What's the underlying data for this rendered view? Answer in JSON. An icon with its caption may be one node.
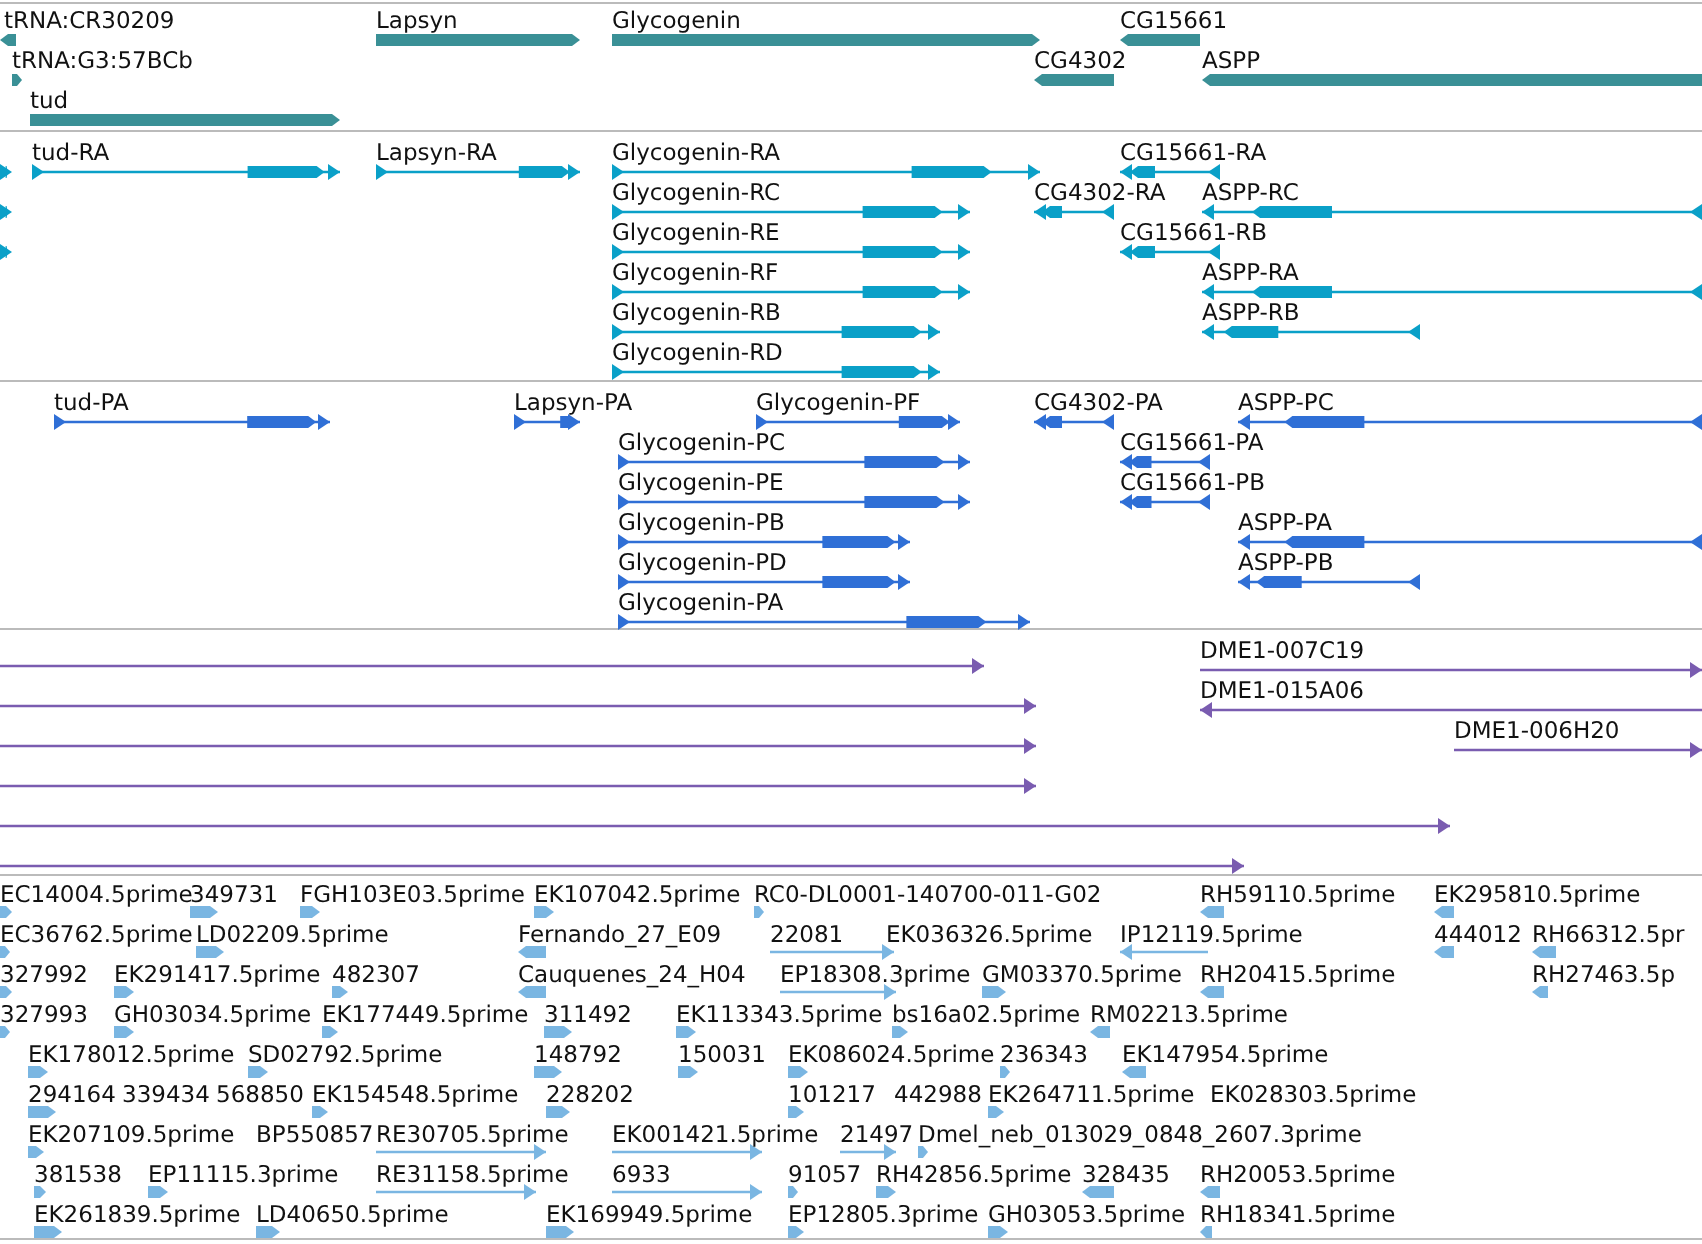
{
  "diagram": {
    "labels": [
      "tRNA:CR30209",
      "Lapsyn",
      "Glycogenin",
      "CG15661",
      "tRNA:G3:57BCb",
      "CG4302",
      "ASPP",
      "tud",
      "tud-RA",
      "Lapsyn-RA",
      "Glycogenin-RA",
      "CG15661-RA",
      "Glycogenin-RC",
      "CG4302-RA",
      "ASPP-RC",
      "Glycogenin-RE",
      "CG15661-RB",
      "Glycogenin-RF",
      "ASPP-RA",
      "Glycogenin-RB",
      "ASPP-RB",
      "Glycogenin-RD",
      "tud-PA",
      "Lapsyn-PA",
      "Glycogenin-PF",
      "CG4302-PA",
      "ASPP-PC",
      "Glycogenin-PC",
      "CG15661-PA",
      "Glycogenin-PE",
      "CG15661-PB",
      "Glycogenin-PB",
      "ASPP-PA",
      "Glycogenin-PD",
      "ASPP-PB",
      "Glycogenin-PA",
      "DME1-007C19",
      "DME1-015A06",
      "DME1-006H20",
      "EC14004.5prime",
      "349731",
      "FGH103E03.5prime",
      "EK107042.5prime",
      "RC0-DL0001-140700-011-G02",
      "RH59110.5prime",
      "EK295810.5prime",
      "EC36762.5prime",
      "LD02209.5prime",
      "Fernando_27_E09",
      "22081",
      "EK036326.5prime",
      "IP12119.5prime",
      "444012",
      "RH66312.5pr",
      "327992",
      "EK291417.5prime",
      "482307",
      "Cauquenes_24_H04",
      "EP18308.3prime",
      "GM03370.5prime",
      "RH20415.5prime",
      "RH27463.5p",
      "327993",
      "GH03034.5prime",
      "EK177449.5prime",
      "311492",
      "EK113343.5prime",
      "bs16a02.5prime",
      "RM02213.5prime",
      "EK178012.5prime",
      "SD02792.5prime",
      "148792",
      "150031",
      "EK086024.5prime",
      "236343",
      "EK147954.5prime",
      "294164",
      "339434",
      "568850",
      "EK154548.5prime",
      "228202",
      "101217",
      "442988",
      "EK264711.5prime",
      "EK028303.5prime",
      "EK207109.5prime",
      "BP550857",
      "RE30705.5prime",
      "EK001421.5prime",
      "21497",
      "Dmel_neb_013029_0848_2607.3prime",
      "381538",
      "EP11115.3prime",
      "RE31158.5prime",
      "6933",
      "91057",
      "RH42856.5prime",
      "328435",
      "RH20053.5prime",
      "EK261839.5prime",
      "LD40650.5prime",
      "EK169949.5prime",
      "EP12805.3prime",
      "GH03053.5prime",
      "RH18341.5prime"
    ]
  }
}
